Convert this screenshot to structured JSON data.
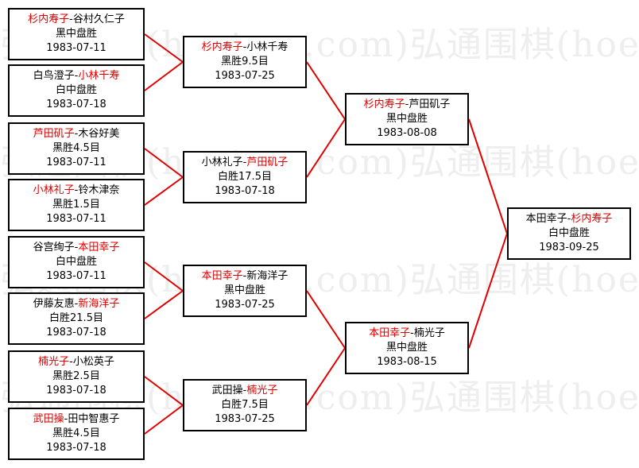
{
  "colors": {
    "winner": "#e00000",
    "connector": "#e00000",
    "border": "#000000",
    "text": "#000000",
    "watermark": "#eeeeee"
  },
  "watermark": {
    "text": "弘通围棋(hoetom.com)弘通围棋(hoetom.com)"
  },
  "rounds": [
    {
      "name": "round-1",
      "matches": [
        {
          "p1": "杉内寿子",
          "p2": "谷村久仁子",
          "winner": 1,
          "result": "黑中盘胜",
          "date": "1983-07-11"
        },
        {
          "p1": "白鸟澄子",
          "p2": "小林千寿",
          "winner": 2,
          "result": "白中盘胜",
          "date": "1983-07-18"
        },
        {
          "p1": "芦田矶子",
          "p2": "木谷好美",
          "winner": 1,
          "result": "黑胜4.5目",
          "date": "1983-07-11"
        },
        {
          "p1": "小林礼子",
          "p2": "铃木津奈",
          "winner": 1,
          "result": "黑胜1.5目",
          "date": "1983-07-11"
        },
        {
          "p1": "谷宫绚子",
          "p2": "本田幸子",
          "winner": 2,
          "result": "白中盘胜",
          "date": "1983-07-11"
        },
        {
          "p1": "伊藤友惠",
          "p2": "新海洋子",
          "winner": 2,
          "result": "白胜21.5目",
          "date": "1983-07-18"
        },
        {
          "p1": "楠光子",
          "p2": "小松英子",
          "winner": 1,
          "result": "黑胜2.5目",
          "date": "1983-07-18"
        },
        {
          "p1": "武田操",
          "p2": "田中智惠子",
          "winner": 1,
          "result": "黑胜4.5目",
          "date": "1983-07-18"
        }
      ]
    },
    {
      "name": "round-2",
      "matches": [
        {
          "p1": "杉内寿子",
          "p2": "小林千寿",
          "winner": 1,
          "result": "黑胜9.5目",
          "date": "1983-07-25"
        },
        {
          "p1": "小林礼子",
          "p2": "芦田矶子",
          "winner": 2,
          "result": "白胜17.5目",
          "date": "1983-07-18"
        },
        {
          "p1": "本田幸子",
          "p2": "新海洋子",
          "winner": 1,
          "result": "黑中盘胜",
          "date": "1983-07-25"
        },
        {
          "p1": "武田操",
          "p2": "楠光子",
          "winner": 2,
          "result": "白胜7.5目",
          "date": "1983-07-25"
        }
      ]
    },
    {
      "name": "round-3",
      "matches": [
        {
          "p1": "杉内寿子",
          "p2": "芦田矶子",
          "winner": 1,
          "result": "黑中盘胜",
          "date": "1983-08-08"
        },
        {
          "p1": "本田幸子",
          "p2": "楠光子",
          "winner": 1,
          "result": "黑中盘胜",
          "date": "1983-08-15"
        }
      ]
    },
    {
      "name": "final",
      "matches": [
        {
          "p1": "本田幸子",
          "p2": "杉内寿子",
          "winner": 2,
          "result": "白中盘胜",
          "date": "1983-09-25"
        }
      ]
    }
  ]
}
